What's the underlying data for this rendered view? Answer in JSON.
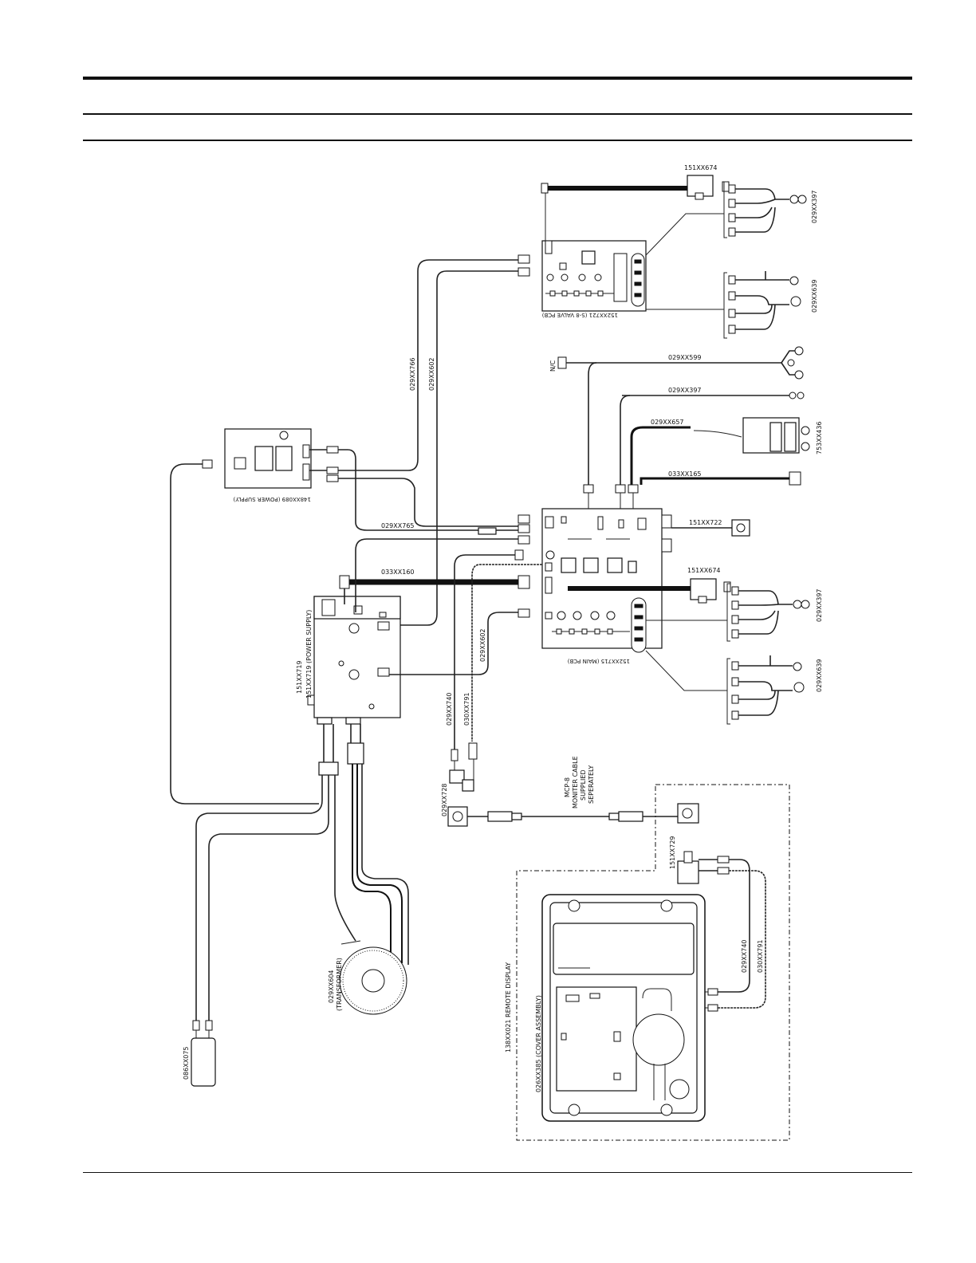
{
  "labels": {
    "valve_pcb_top_ref": "151XX674",
    "valve_harness_a": "029XX397",
    "valve_harness_b": "029XX639",
    "valve_pcb": "152XX721 (S-8 VALVE PCB)",
    "nc": "N/C",
    "cable_599": "029XX599",
    "cable_397_mid": "029XX397",
    "cable_657": "029XX657",
    "assembly_436": "753XX436",
    "cable_165": "033XX165",
    "cable_766": "029XX766",
    "cable_602_top": "029XX602",
    "power_supply_small": "148XX089 (POWER SUPPLY)",
    "cable_765": "029XX765",
    "ref_722": "151XX722",
    "cable_160": "033XX160",
    "main_pcb_ref": "151XX674",
    "main_harness_a": "029XX397",
    "main_harness_b": "029XX639",
    "main_pcb": "152XX715 (MAIN PCB)",
    "power_supply_main": "151XX719 (POWER SUPPLY)",
    "cable_602_low": "029XX602",
    "cable_740": "029XX740",
    "cable_791": "030XX791",
    "ref_728": "029XX728",
    "monitor_cable_l1": "MCP-8",
    "monitor_cable_l2": "MONITER CABLE",
    "monitor_cable_l3": "SUPPLIED",
    "monitor_cable_l4": "SEPERATELY",
    "ref_729": "151XX729",
    "transformer_l1": "029XX604",
    "transformer_l2": "(TRANSFORMER)",
    "ref_075": "086XX075",
    "remote_display": "138XX021 REMOTE DISPLAY",
    "cover_assembly": "026XX385 (COVER ASSEMBLY)",
    "remote_740": "029XX740",
    "remote_791": "030XX791"
  }
}
